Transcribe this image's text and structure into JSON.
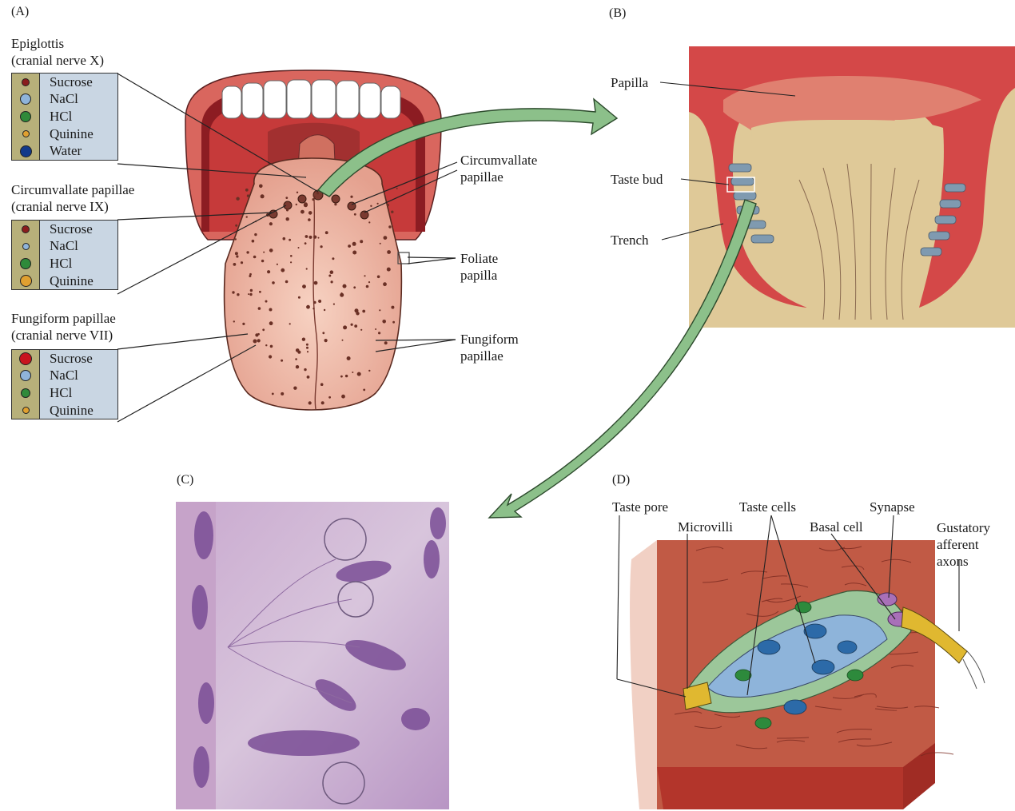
{
  "panels": {
    "a": "(A)",
    "b": "(B)",
    "c": "(C)",
    "d": "(D)"
  },
  "panel_a": {
    "epiglottis": {
      "title": "Epiglottis",
      "nerve": "(cranial nerve X)",
      "items": [
        {
          "label": "Sucrose",
          "color": "#8a1d1d",
          "size": 8
        },
        {
          "label": "NaCl",
          "color": "#8fb4da",
          "size": 12
        },
        {
          "label": "HCl",
          "color": "#2f8a3a",
          "size": 12
        },
        {
          "label": "Quinine",
          "color": "#e0a030",
          "size": 7
        },
        {
          "label": "Water",
          "color": "#123a8a",
          "size": 13
        }
      ]
    },
    "circumvallate": {
      "title": "Circumvallate papillae",
      "nerve": "(cranial nerve IX)",
      "items": [
        {
          "label": "Sucrose",
          "color": "#8a1d1d",
          "size": 8
        },
        {
          "label": "NaCl",
          "color": "#8fb4da",
          "size": 7
        },
        {
          "label": "HCl",
          "color": "#2f8a3a",
          "size": 12
        },
        {
          "label": "Quinine",
          "color": "#e0a030",
          "size": 13
        }
      ]
    },
    "fungiform": {
      "title": "Fungiform papillae",
      "nerve": "(cranial nerve VII)",
      "items": [
        {
          "label": "Sucrose",
          "color": "#c8141e",
          "size": 14
        },
        {
          "label": "NaCl",
          "color": "#8fb4da",
          "size": 12
        },
        {
          "label": "HCl",
          "color": "#2f8a3a",
          "size": 10
        },
        {
          "label": "Quinine",
          "color": "#e0a030",
          "size": 7
        }
      ]
    },
    "right_labels": {
      "circumvallate": [
        "Circumvallate",
        "papillae"
      ],
      "foliate": [
        "Foliate",
        "papilla"
      ],
      "fungiform": [
        "Fungiform",
        "papillae"
      ]
    }
  },
  "panel_b": {
    "papilla": "Papilla",
    "taste_bud": "Taste bud",
    "trench": "Trench"
  },
  "panel_d": {
    "taste_pore": "Taste pore",
    "microvilli": "Microvilli",
    "taste_cells": "Taste cells",
    "basal_cell": "Basal cell",
    "synapse": "Synapse",
    "gustatory": [
      "Gustatory",
      "afferent",
      "axons"
    ]
  }
}
